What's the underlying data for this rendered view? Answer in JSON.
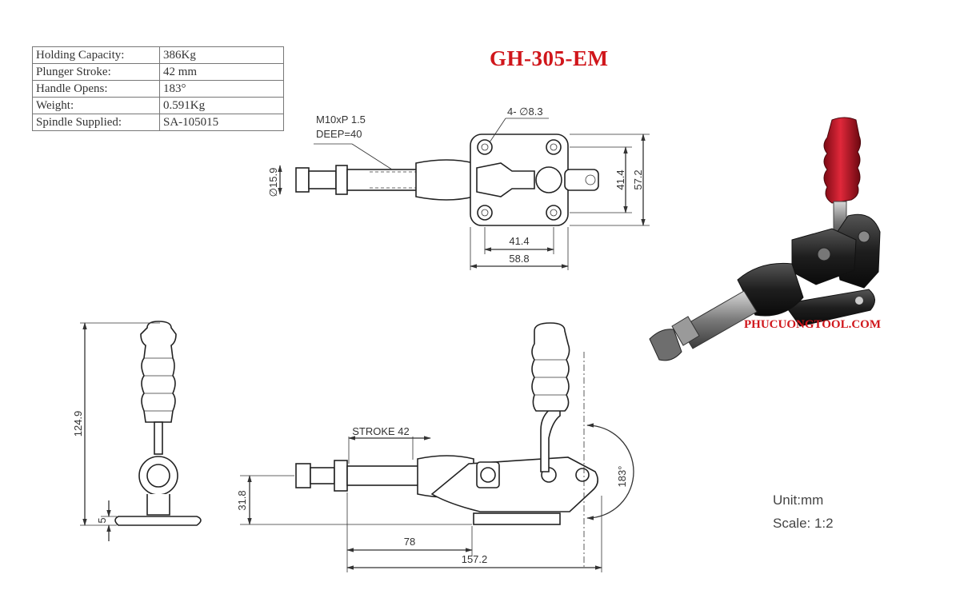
{
  "title": "GH-305-EM",
  "specs": [
    {
      "label": "Holding Capacity:",
      "value": "386Kg"
    },
    {
      "label": "Plunger Stroke:",
      "value": "42 mm"
    },
    {
      "label": "Handle Opens:",
      "value": "183°"
    },
    {
      "label": "Weight:",
      "value": "0.591Kg"
    },
    {
      "label": "Spindle Supplied:",
      "value": "SA-105015"
    }
  ],
  "watermark": "PHUCUONGTOOL.COM",
  "unit": "Unit:mm",
  "scale": "Scale: 1:2",
  "dimensions": {
    "thread_line1": "M10xP 1.5",
    "thread_line2": "DEEP=40",
    "holes": "4- ∅8.3",
    "spindle_dia": "∅15.9",
    "mount_width_inner": "41.4",
    "mount_width_outer": "57.2",
    "base_inner": "41.4",
    "base_outer": "58.8",
    "total_height": "124.9",
    "base_thickness": "5",
    "stroke": "STROKE 42",
    "spindle_height": "31.8",
    "length_78": "78",
    "total_length": "157.2",
    "opening_angle": "183°"
  },
  "colors": {
    "title": "#d0161b",
    "handle_grip": "#c8102e",
    "lines": "#333333"
  }
}
